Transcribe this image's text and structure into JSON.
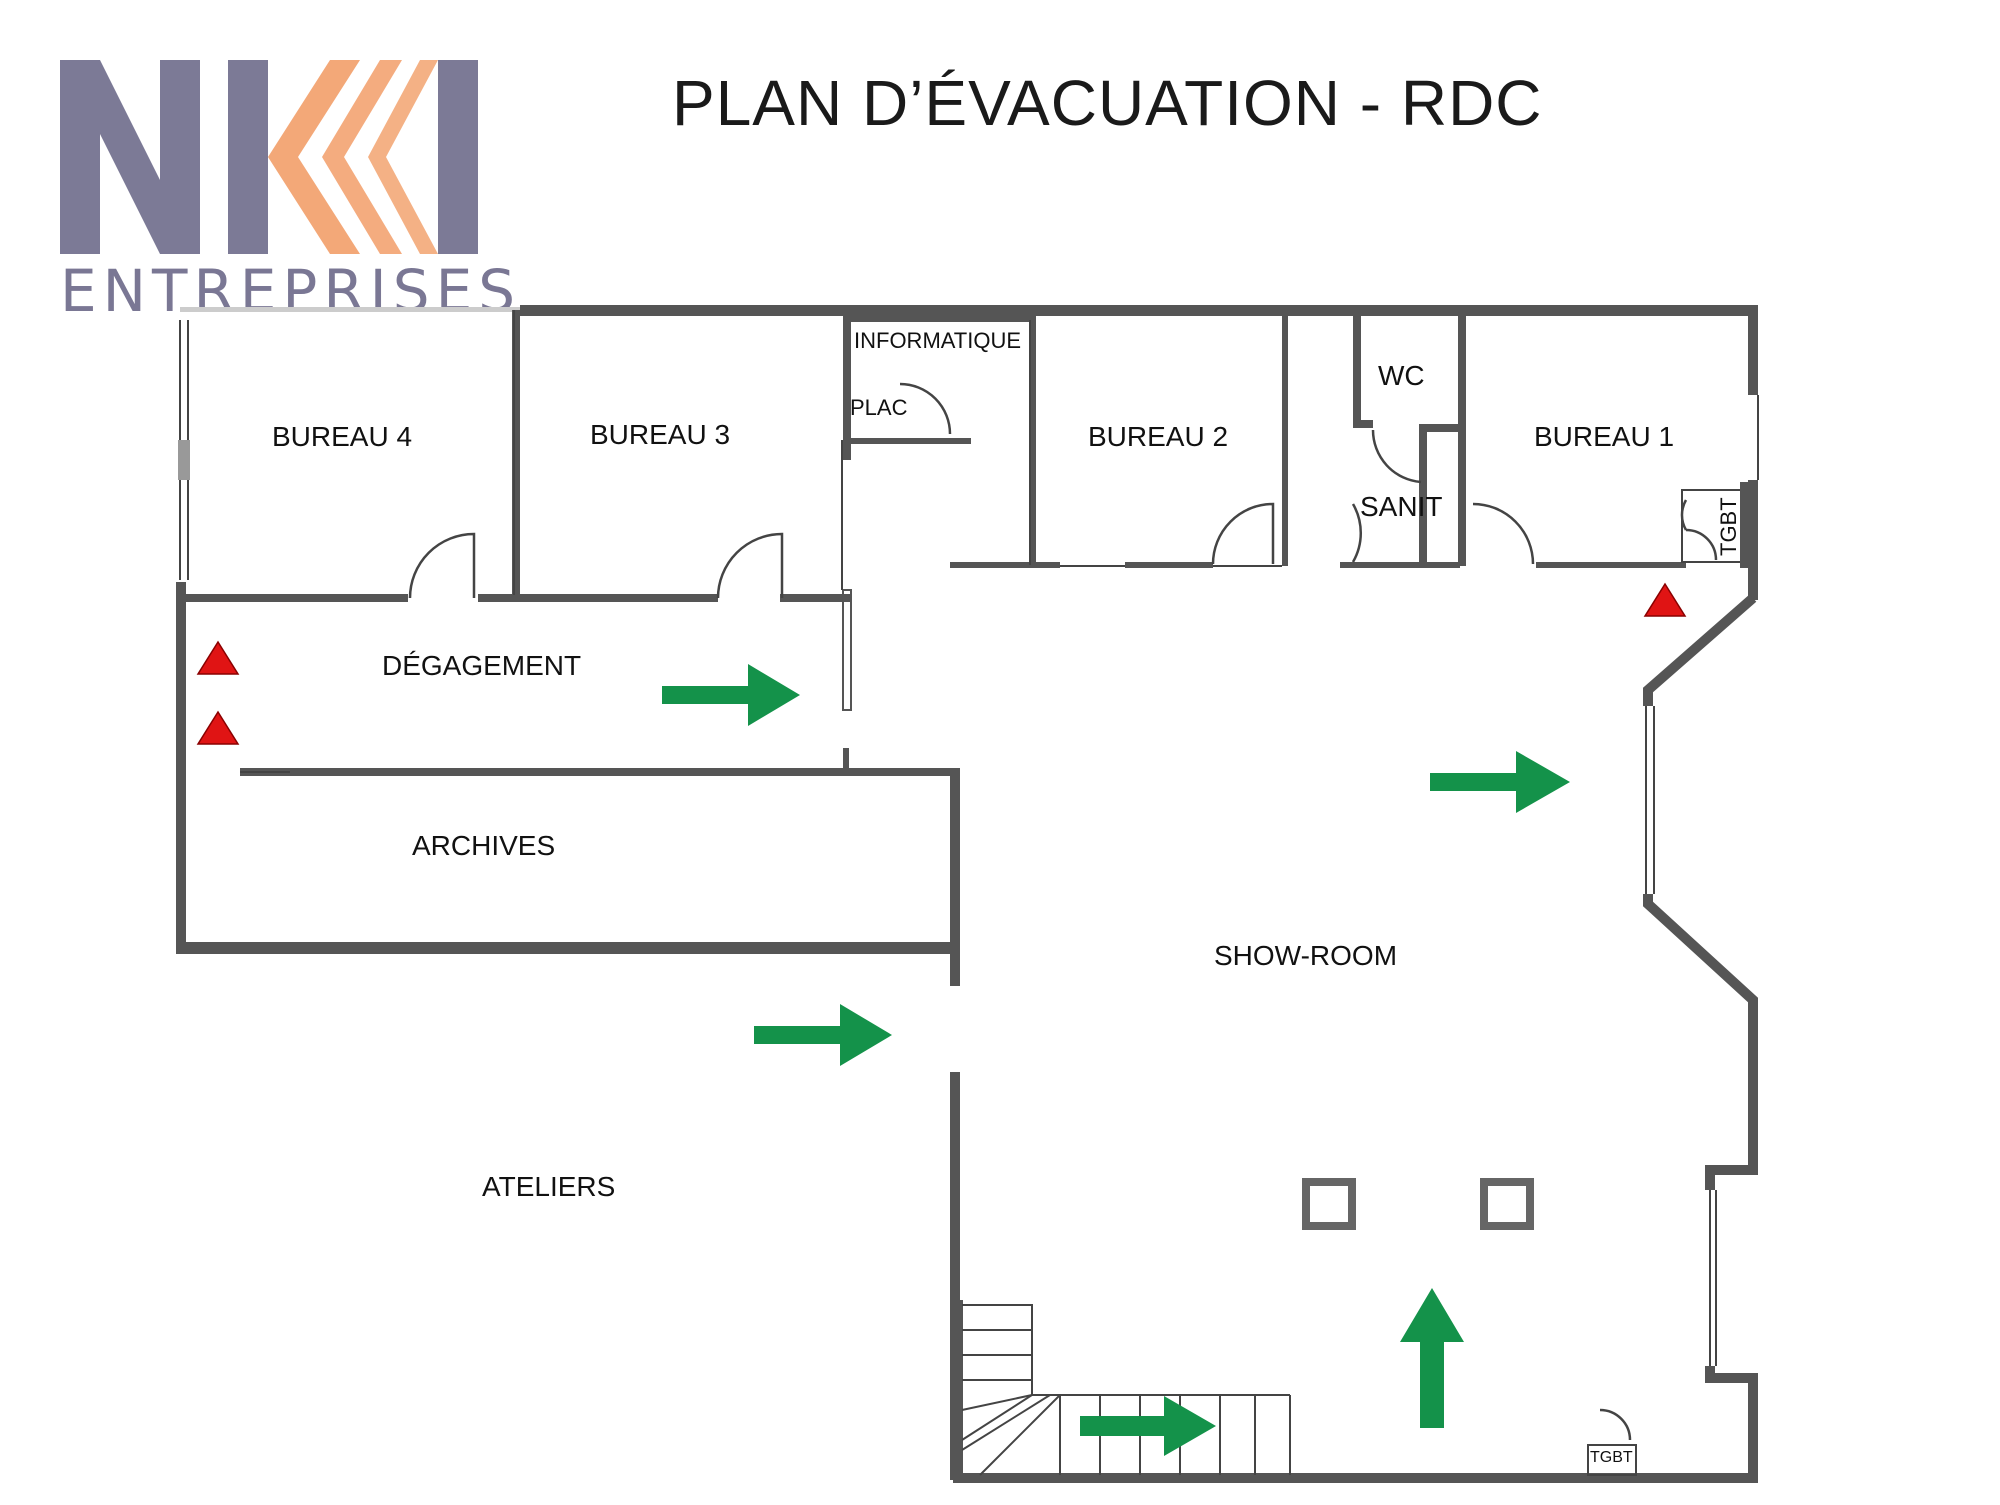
{
  "title": "PLAN D’ÉVACUATION - RDC",
  "logo": {
    "text": "NKI",
    "subtitle": "ENTREPRISES",
    "colors": {
      "letters": "#7c7a96",
      "chevrons": "#f3a878"
    }
  },
  "rooms": {
    "bureau4": "BUREAU 4",
    "bureau3": "BUREAU 3",
    "informatique": "INFORMATIQUE",
    "plac": "PLAC",
    "bureau2": "BUREAU 2",
    "wc": "WC",
    "sanit": "SANIT",
    "bureau1": "BUREAU 1",
    "tgbt_top": "TGBT",
    "degagement": "DÉGAGEMENT",
    "archives": "ARCHIVES",
    "showroom": "SHOW-ROOM",
    "ateliers": "ATELIERS",
    "tgbt_bottom": "TGBT"
  },
  "symbols": {
    "exit_arrow": {
      "color": "#14924a",
      "meaning": "evacuation-arrow"
    },
    "warning_triangle": {
      "color": "#e01414",
      "meaning": "extinguisher-triangle"
    }
  }
}
